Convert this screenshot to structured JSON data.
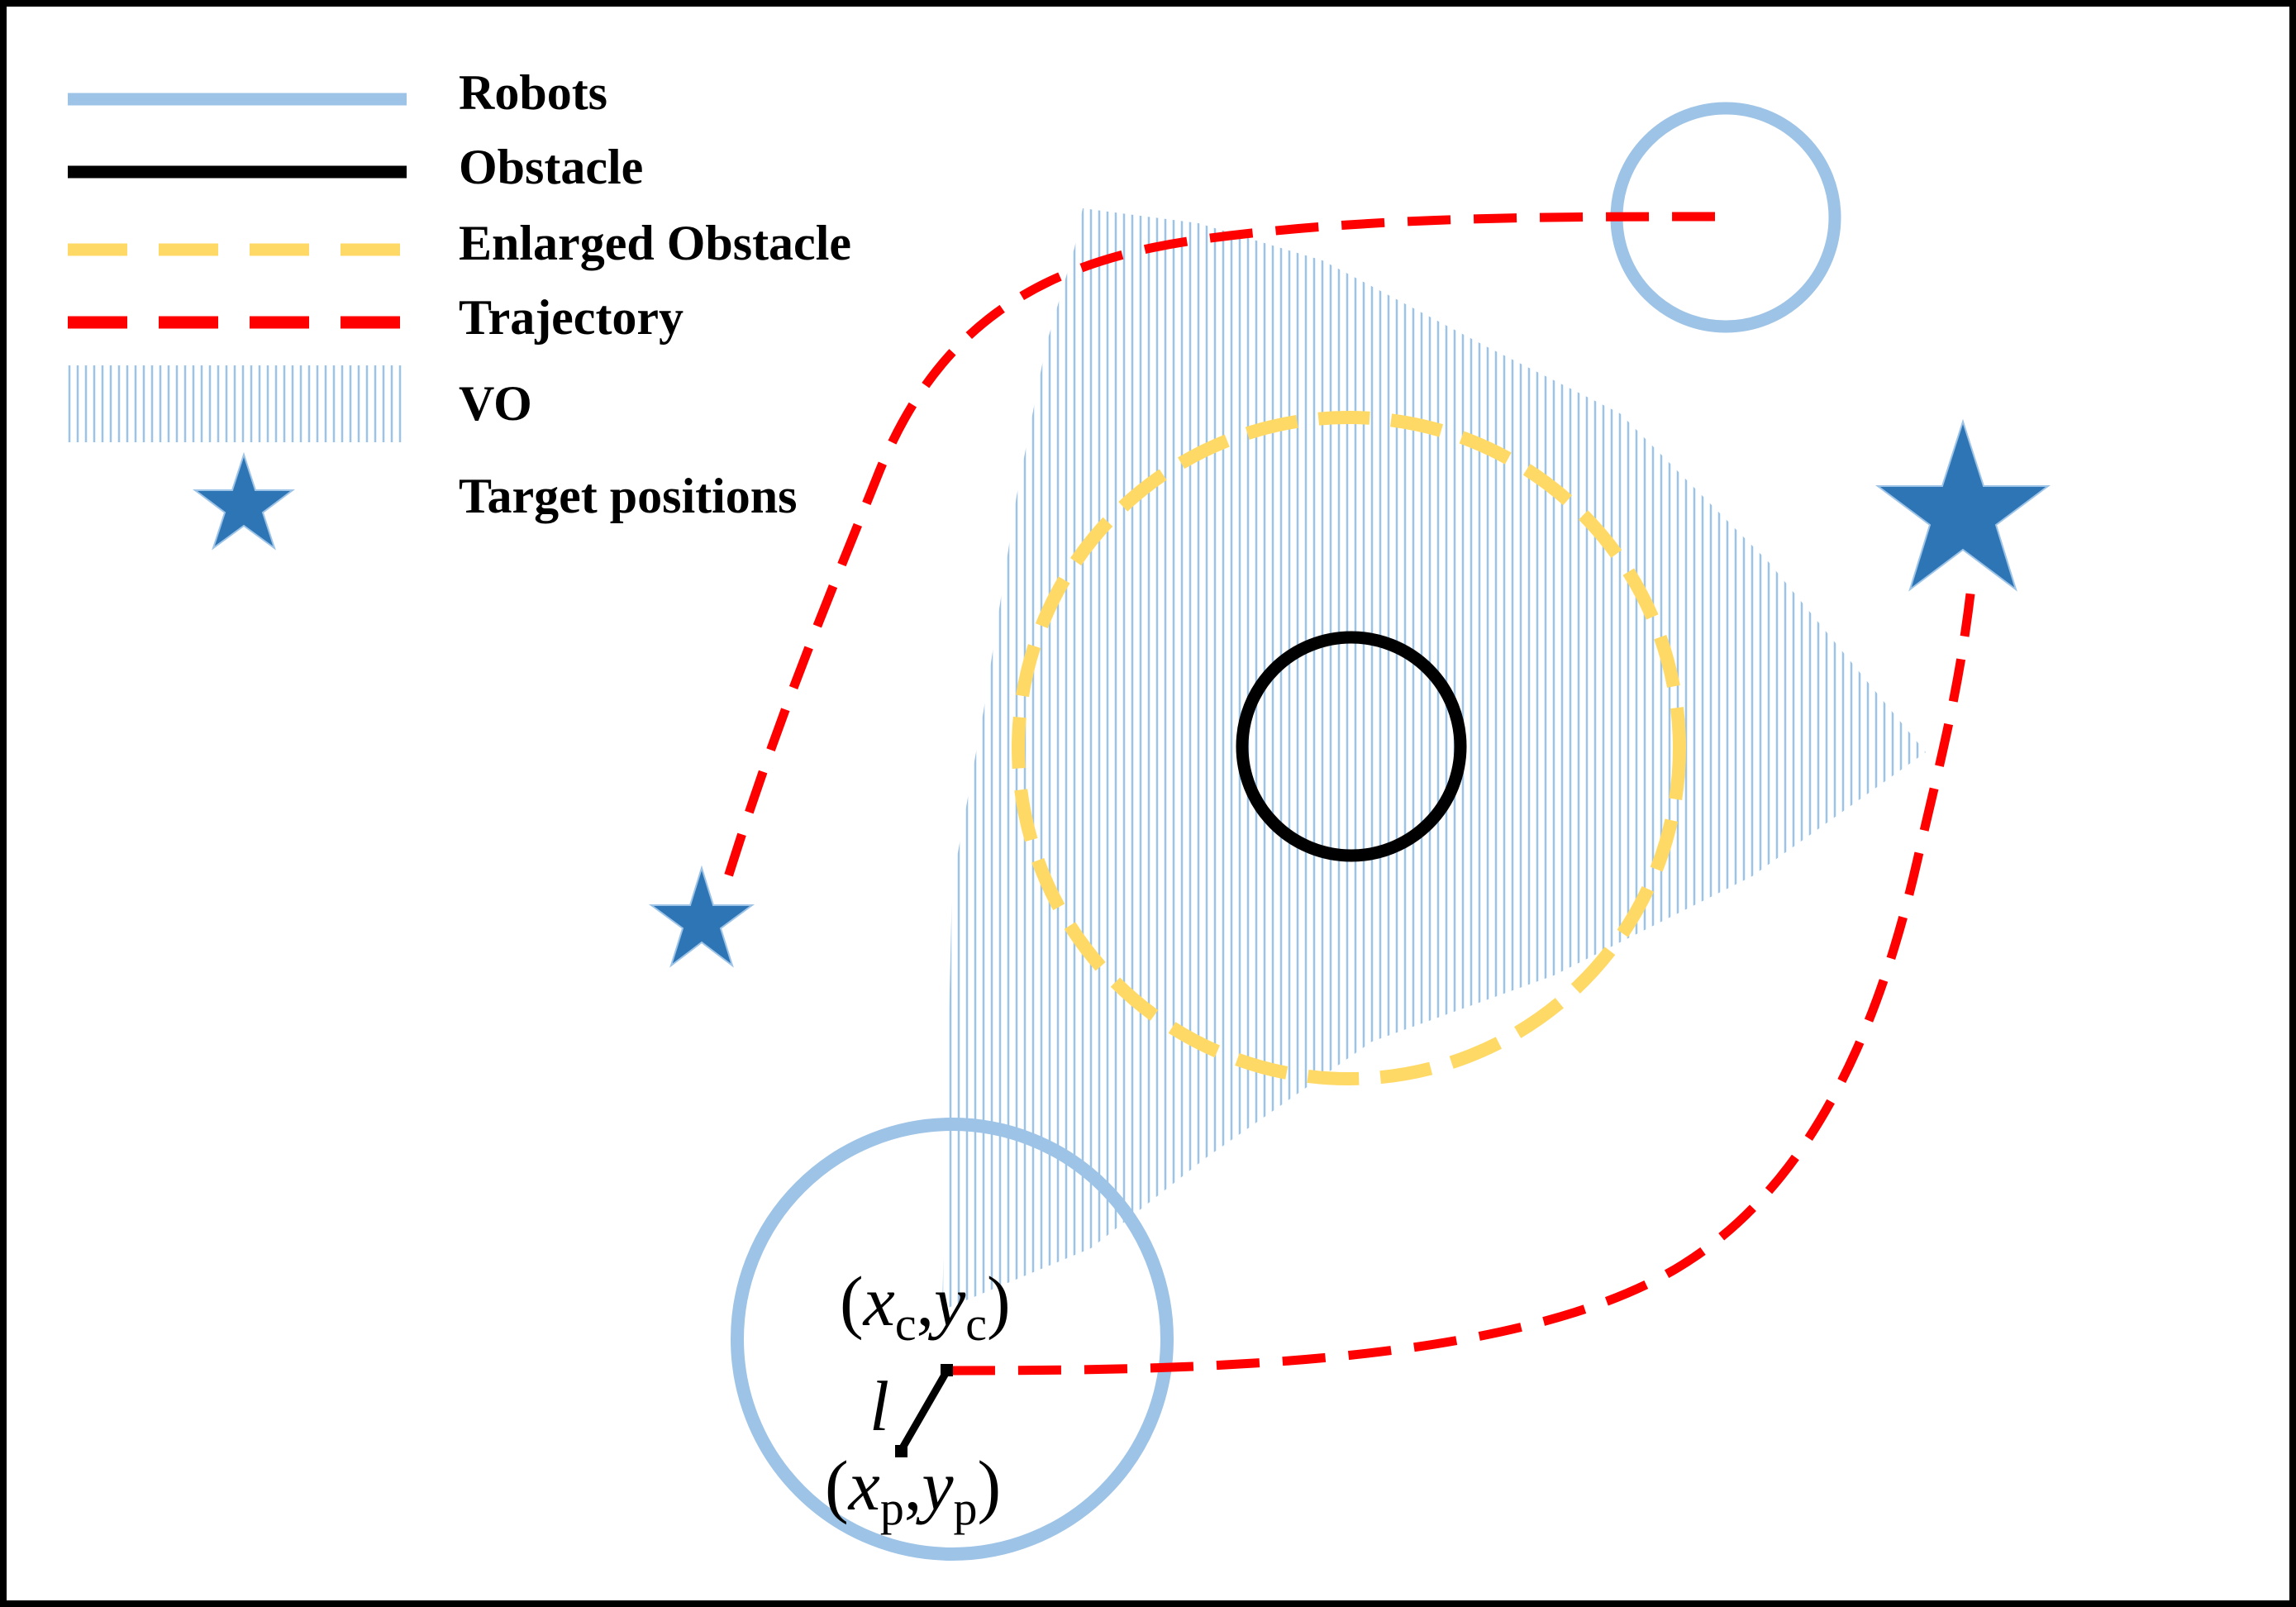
{
  "legend": {
    "items": [
      {
        "key": "robots",
        "label": "Robots",
        "swatch": "solid-line",
        "color": "#9DC3E6"
      },
      {
        "key": "obstacle",
        "label": "Obstacle",
        "swatch": "solid-line",
        "color": "#000000"
      },
      {
        "key": "enlarged",
        "label": "Enlarged Obstacle",
        "swatch": "dashed-line",
        "color": "#FFD966"
      },
      {
        "key": "trajectory",
        "label": "Trajectory",
        "swatch": "dashed-line",
        "color": "#FF0000"
      },
      {
        "key": "vo",
        "label": "VO",
        "swatch": "vertical-hatch",
        "color": "#9DC3E6"
      },
      {
        "key": "target",
        "label": "Target positions",
        "swatch": "star",
        "color": "#2E75B6"
      }
    ]
  },
  "annotations": {
    "center_open": "(",
    "center_x": "x",
    "center_x_sub": "c",
    "center_sep": ",",
    "center_y": "y",
    "center_y_sub": "c",
    "center_close": ")",
    "offset_symbol": "l",
    "point_open": "(",
    "point_x": "x",
    "point_x_sub": "p",
    "point_sep": ",",
    "point_y": "y",
    "point_y_sub": "p",
    "point_close": ")"
  },
  "colors": {
    "robot": "#9DC3E6",
    "obstacle": "#000000",
    "enlarged_obstacle": "#FFD966",
    "trajectory": "#FF0000",
    "vo_hatch": "#9DC3E6",
    "target": "#2E75B6",
    "frame": "#000000"
  }
}
